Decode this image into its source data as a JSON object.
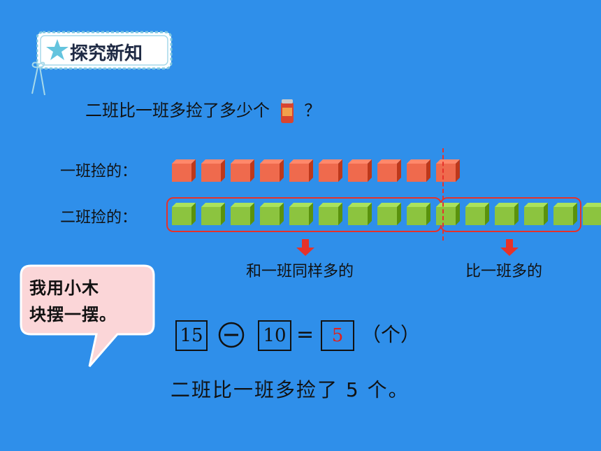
{
  "section_tag": {
    "label": "探究新知"
  },
  "question": {
    "text": "二班比一班多捡了多少个",
    "mark": "？"
  },
  "rows": [
    {
      "label": "一班捡的：",
      "count": 10,
      "color": "#ef6a4d"
    },
    {
      "label": "二班捡的：",
      "count": 15,
      "color": "#8cc43f"
    }
  ],
  "captions": {
    "same": "和一班同样多的",
    "more": "比一班多的"
  },
  "bubble": {
    "line1": "我用小木",
    "line2": "块摆一摆。"
  },
  "equation": {
    "a": "15",
    "op": "−",
    "b": "10",
    "eq": "=",
    "result": "5",
    "unit": "（个）"
  },
  "answer": {
    "text": "二班比一班多捡了 5 个。"
  }
}
